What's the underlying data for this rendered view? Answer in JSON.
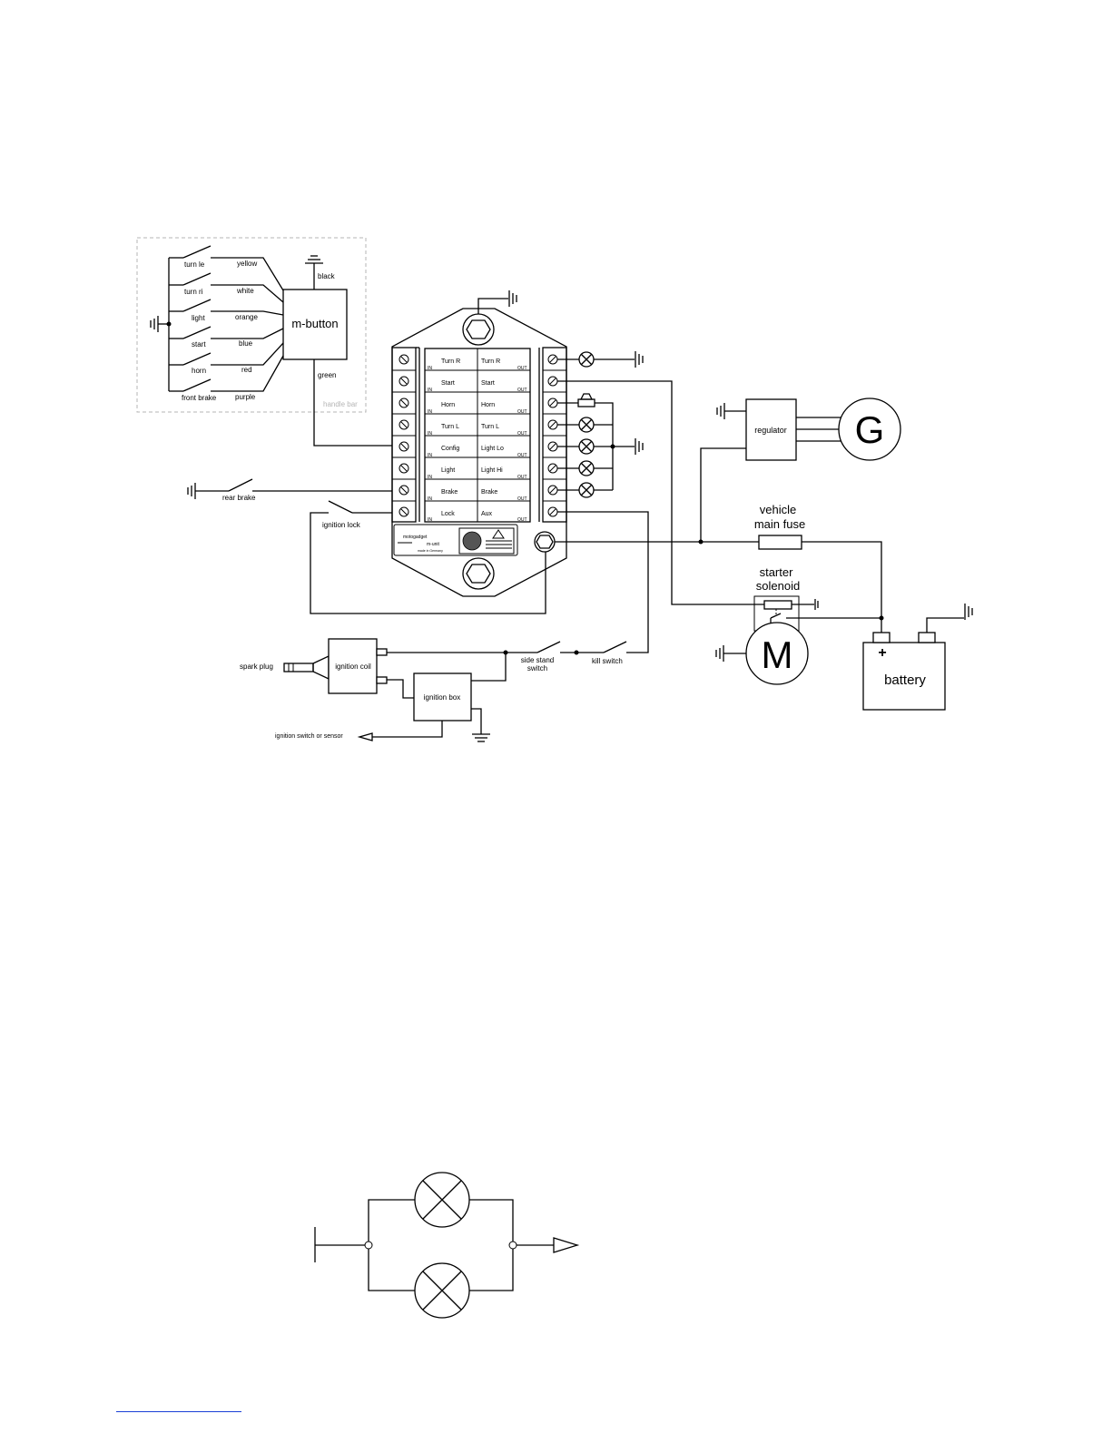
{
  "handlebar": {
    "area_label": "handle bar",
    "switches": [
      "turn le",
      "turn ri",
      "light",
      "start",
      "horn",
      "front brake"
    ],
    "wires": [
      "yellow",
      "white",
      "orange",
      "blue",
      "red",
      "purple"
    ],
    "mbutton_label": "m-button",
    "ground_wire": "black",
    "output_wire": "green"
  },
  "unit": {
    "in_label": "IN",
    "out_label": "OUT",
    "inputs": [
      "Turn R",
      "Start",
      "Horn",
      "Turn L",
      "Config",
      "Light",
      "Brake",
      "Lock"
    ],
    "outputs": [
      "Turn R",
      "Start",
      "Horn",
      "Turn L",
      "Light Lo",
      "Light Hi",
      "Brake",
      "Aux"
    ],
    "brand": "motogadget",
    "model": "m-unit",
    "tagline": "made in Germany"
  },
  "components": {
    "rear_brake": "rear brake",
    "ignition_lock": "ignition lock",
    "regulator": "regulator",
    "generator": "G",
    "fuse_line1": "vehicle",
    "fuse_line2": "main fuse",
    "solenoid_line1": "starter",
    "solenoid_line2": "solenoid",
    "motor": "M",
    "battery_plus": "+",
    "battery": "battery",
    "spark_plug": "spark plug",
    "ignition_coil": "ignition coil",
    "ignition_box": "ignition box",
    "side_stand_line1": "side stand",
    "side_stand_line2": "switch",
    "kill_switch": "kill switch",
    "ignition_sensor": "ignition switch or sensor"
  }
}
